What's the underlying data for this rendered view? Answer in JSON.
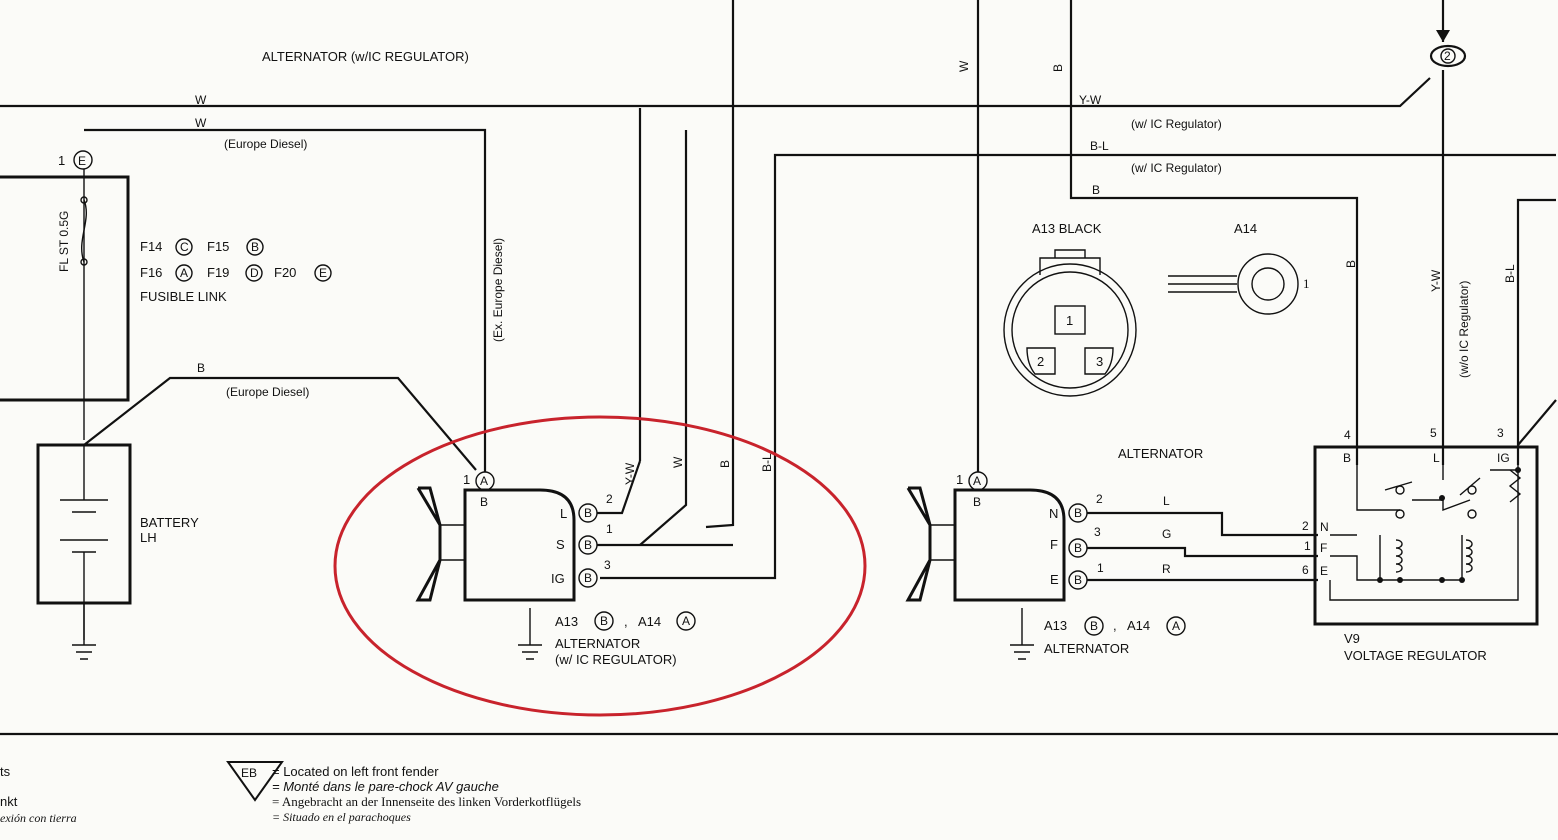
{
  "titles": {
    "section": "ALTERNATOR (w/IC REGULATOR)"
  },
  "wire_labels": {
    "w_top": "W",
    "w_second": "W",
    "europe_diesel_1": "(Europe Diesel)",
    "europe_diesel_2": "(Europe Diesel)",
    "b_battery": "B",
    "ex_europe_diesel": "(Ex. Europe Diesel)",
    "yw_alt1": "Y-W",
    "w_alt1": "W",
    "b_alt1": "B",
    "bl_alt1": "B-L",
    "w_vertical_mid": "W",
    "b_vertical_mid": "B",
    "yw_right": "Y-W",
    "w_ic_reg_1": "(w/ IC Regulator)",
    "bl_right": "B-L",
    "w_ic_reg_2": "(w/ IC Regulator)",
    "b_right": "B",
    "b_vertical_right": "B",
    "yw_vertical": "Y-W",
    "wo_ic_reg": "(w/o IC Regulator)",
    "bl_vertical": "B-L",
    "l_wire": "L",
    "g_wire": "G",
    "r_wire": "R"
  },
  "fusible_link": {
    "pin": "1",
    "connector": "E",
    "rating": "FL ST 0.5G",
    "row1_a": "F14",
    "row1_a_code": "C",
    "row1_b": "F15",
    "row1_b_code": "B",
    "row2_a": "F16",
    "row2_a_code": "A",
    "row2_b": "F19",
    "row2_b_code": "D",
    "row2_c": "F20",
    "row2_c_code": "E",
    "name": "FUSIBLE LINK"
  },
  "battery": {
    "name_1": "BATTERY",
    "name_2": "LH"
  },
  "alternator_ic": {
    "pin_a_num": "1",
    "pin_a": "A",
    "terminal_b": "B",
    "term_l": "L",
    "term_s": "S",
    "term_ig": "IG",
    "conn": "B",
    "pin_l": "2",
    "pin_s": "1",
    "pin_ig": "3",
    "ref_a13": "A13",
    "ref_a13_code": "B",
    "ref_sep": ",",
    "ref_a14": "A14",
    "ref_a14_code": "A",
    "name_1": "ALTERNATOR",
    "name_2": "(w/ IC REGULATOR)"
  },
  "connectors": {
    "a13_title": "A13 BLACK",
    "a14_title": "A14",
    "a13_pin1": "1",
    "a13_pin2": "2",
    "a13_pin3": "3",
    "a14_pin1": "1",
    "marker_2": "2"
  },
  "alternator_std": {
    "title": "ALTERNATOR",
    "pin_a_num": "1",
    "pin_a": "A",
    "terminal_b": "B",
    "term_n": "N",
    "term_f": "F",
    "term_e": "E",
    "conn": "B",
    "pin_n": "2",
    "pin_f": "3",
    "pin_e": "1",
    "ref_a13": "A13",
    "ref_a13_code": "B",
    "ref_sep": ",",
    "ref_a14": "A14",
    "ref_a14_code": "A",
    "name": "ALTERNATOR"
  },
  "regulator": {
    "pin_4": "4",
    "pin_5": "5",
    "pin_3": "3",
    "term_b": "B",
    "term_l": "L",
    "term_ig": "IG",
    "pin_2": "2",
    "pin_1": "1",
    "pin_6": "6",
    "term_n": "N",
    "term_f": "F",
    "term_e": "E",
    "code": "V9",
    "name": "VOLTAGE REGULATOR"
  },
  "legend": {
    "left_1": "ts",
    "left_2": "nkt",
    "left_3": "exión con tierra",
    "symbol": "EB",
    "en": "= Located on left front fender",
    "fr": "= Monté dans le pare-chock AV gauche",
    "de": "= Angebracht an der Innenseite des linken Vorderkotflügels",
    "es": "= Situado en el parachoques"
  },
  "colors": {
    "ink": "#111111",
    "paper": "#fbfbf8",
    "highlight": "#c8232c"
  }
}
